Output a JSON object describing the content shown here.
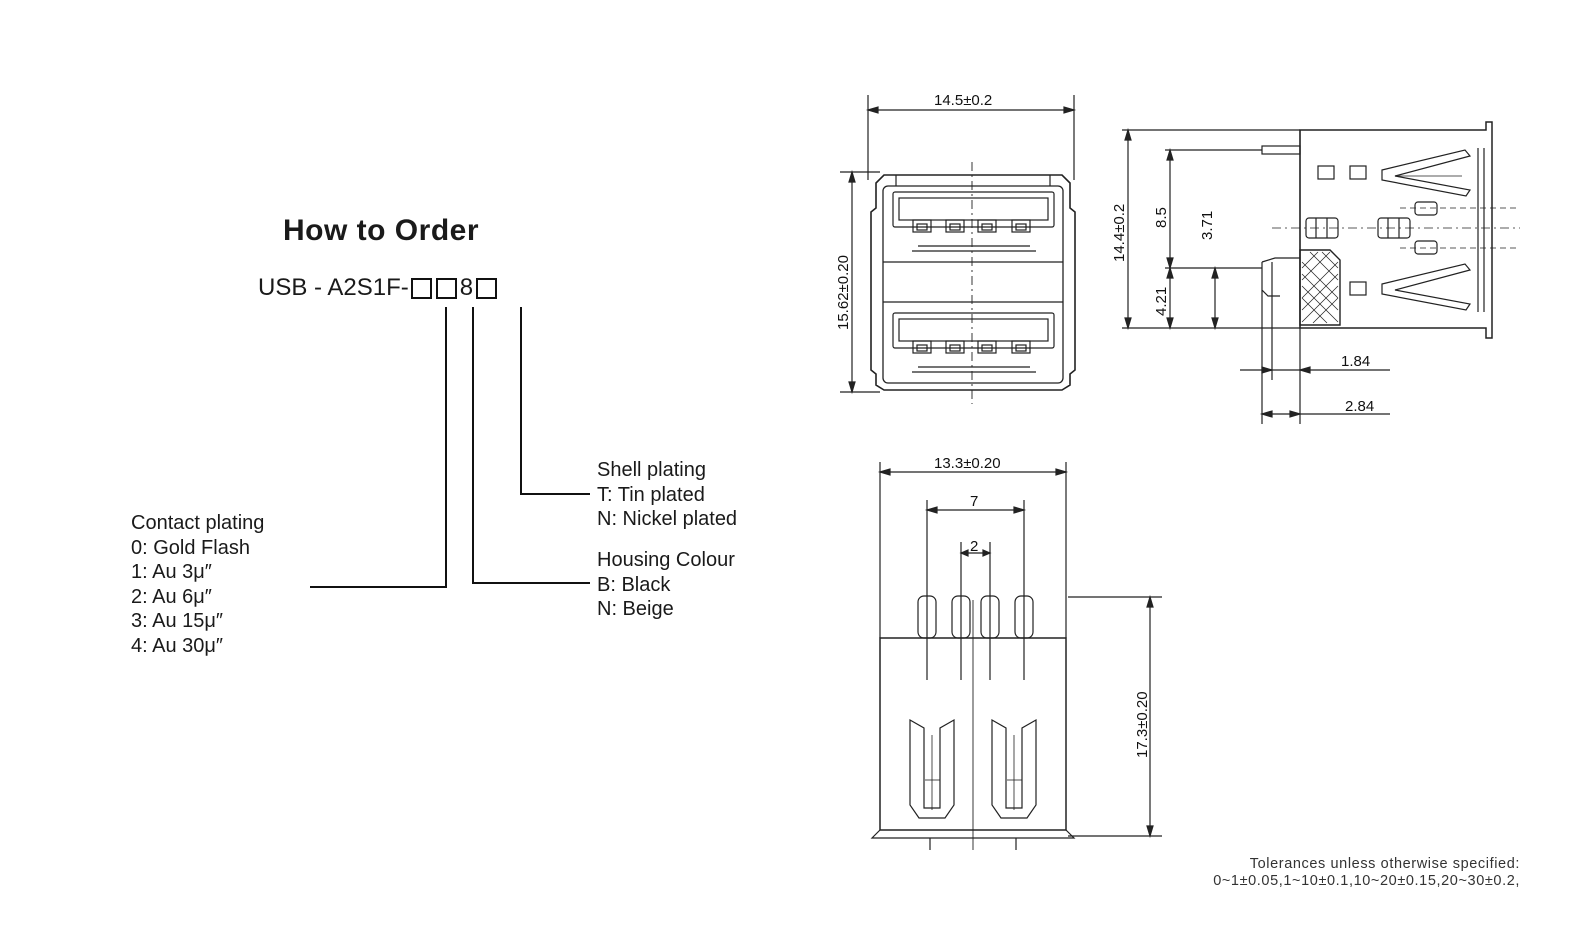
{
  "order": {
    "title": "How to Order",
    "part_prefix": "USB - A2S1F-",
    "part_fixed_digit": "8",
    "contact_plating": {
      "heading": "Contact plating",
      "options": [
        "0: Gold Flash",
        "1: Au 3μ″",
        "2: Au 6μ″",
        "3: Au 15μ″",
        "4: Au 30μ″"
      ]
    },
    "housing_colour": {
      "heading": "Housing Colour",
      "options": [
        "B: Black",
        "N: Beige"
      ]
    },
    "shell_plating": {
      "heading": "Shell plating",
      "options": [
        "T: Tin plated",
        "N: Nickel plated"
      ]
    }
  },
  "dimensions": {
    "front_width": "14.5±0.2",
    "front_height": "15.62±0.20",
    "side_height": "14.4±0.2",
    "side_upper": "8.5",
    "side_pin": "3.71",
    "side_lower": "4.21",
    "side_offset_a": "1.84",
    "side_offset_b": "2.84",
    "bottom_width": "13.3±0.20",
    "pin_span": "7",
    "pin_pitch": "2",
    "bottom_depth": "17.3±0.20"
  },
  "tolerances": {
    "line1": "Tolerances unless otherwise specified:",
    "line2": "0~1±0.05,1~10±0.1,10~20±0.15,20~30±0.2,"
  }
}
